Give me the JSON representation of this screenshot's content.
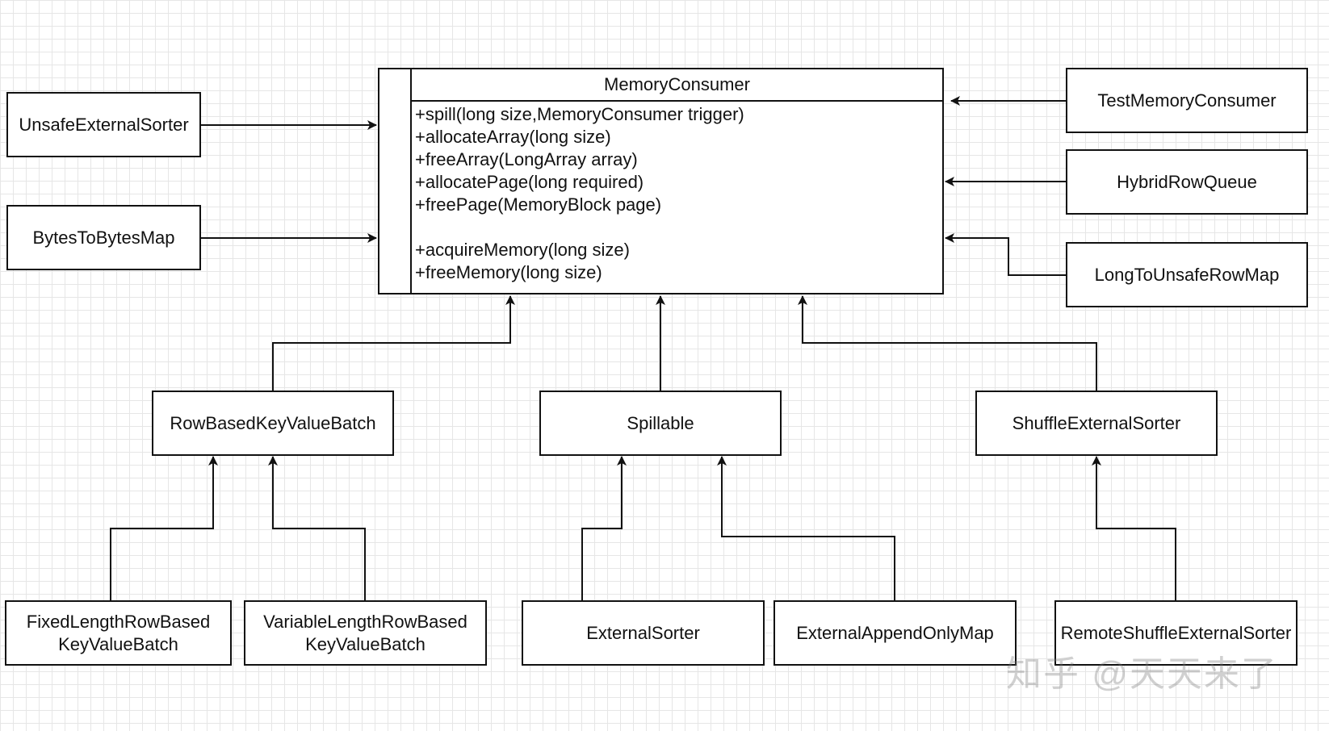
{
  "memory_consumer": {
    "title": "MemoryConsumer",
    "methods": [
      "+spill(long size,MemoryConsumer trigger)",
      "+allocateArray(long size)",
      "+freeArray(LongArray array)",
      "+allocatePage(long required)",
      "+freePage(MemoryBlock page)",
      "",
      "+acquireMemory(long size)",
      "+freeMemory(long size)"
    ]
  },
  "classes": {
    "unsafe_external_sorter": "UnsafeExternalSorter",
    "bytes_to_bytes_map": "BytesToBytesMap",
    "test_memory_consumer": "TestMemoryConsumer",
    "hybrid_row_queue": "HybridRowQueue",
    "long_to_unsafe_row_map": "LongToUnsafeRowMap",
    "row_based_key_value_batch": "RowBasedKeyValueBatch",
    "spillable": "Spillable",
    "shuffle_external_sorter": "ShuffleExternalSorter",
    "fixed_length": [
      "FixedLengthRowBased",
      "KeyValueBatch"
    ],
    "variable_length": [
      "VariableLengthRowBased",
      "KeyValueBatch"
    ],
    "external_sorter": "ExternalSorter",
    "external_append_only_map": "ExternalAppendOnlyMap",
    "remote_shuffle_external_sorter": "RemoteShuffleExternalSorter"
  },
  "watermark": "知乎 @天天来了",
  "colors": {
    "line": "#111111",
    "grid": "#e6e6e6",
    "background": "#ffffff"
  }
}
